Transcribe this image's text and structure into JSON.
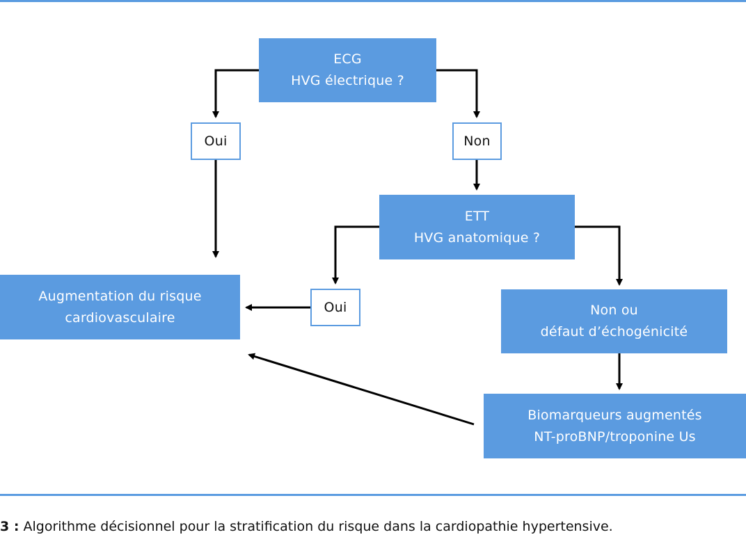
{
  "colors": {
    "box_fill": "#5b9be0",
    "box_text": "#ffffff",
    "outline": "#5b9be0",
    "rule": "#5a9be0",
    "arrow": "#000000"
  },
  "nodes": {
    "ecg": {
      "line1": "ECG",
      "line2": "HVG électrique ?"
    },
    "oui_top": {
      "label": "Oui"
    },
    "non_top": {
      "label": "Non"
    },
    "ett": {
      "line1": "ETT",
      "line2": "HVG anatomique ?"
    },
    "risque": {
      "line1": "Augmentation du risque",
      "line2": "cardiovasculaire"
    },
    "oui_mid": {
      "label": "Oui"
    },
    "non_defaut": {
      "line1": "Non ou",
      "line2": "défaut d’échogénicité"
    },
    "biomarqueurs": {
      "line1": "Biomarqueurs augmentés",
      "line2": "NT-proBNP/troponine Us"
    }
  },
  "caption": {
    "number": "3 :",
    "text": " Algorithme décisionnel pour la stratification du risque dans la cardiopathie hypertensive."
  }
}
